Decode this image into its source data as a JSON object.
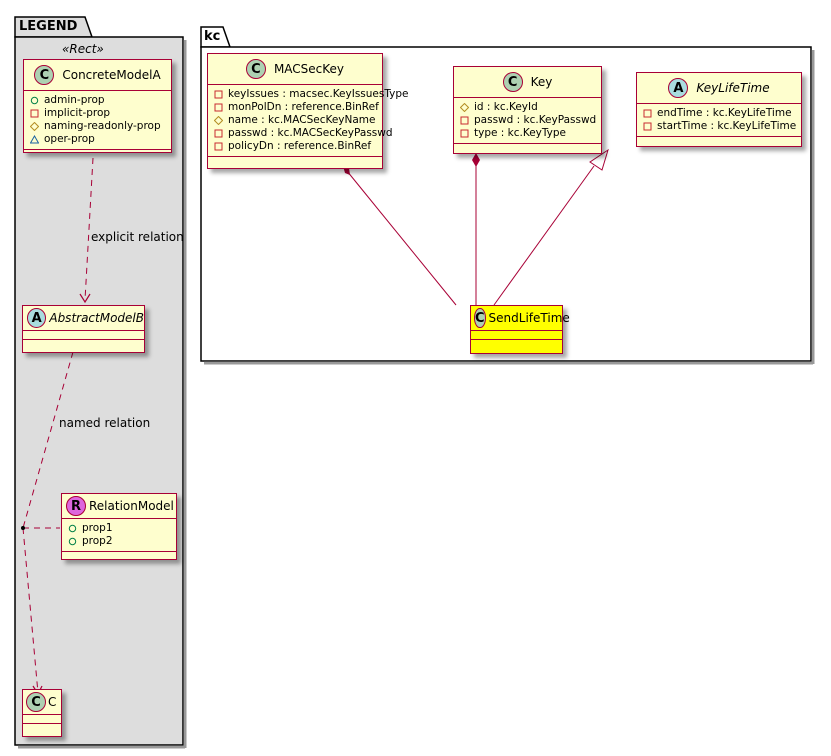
{
  "legend": {
    "package_name": "LEGEND",
    "stereotype": "«Rect»",
    "concrete": {
      "kind": "C",
      "name": "ConcreteModelA",
      "attrs": [
        {
          "vis": "public",
          "text": "admin-prop"
        },
        {
          "vis": "private",
          "text": "implicit-prop"
        },
        {
          "vis": "protected",
          "text": "naming-readonly-prop"
        },
        {
          "vis": "package",
          "text": "oper-prop"
        }
      ]
    },
    "explicit_label": "explicit relation",
    "abstract": {
      "kind": "A",
      "name": "AbstractModelB"
    },
    "named_label": "named relation",
    "relation_model": {
      "kind": "R",
      "name": "RelationModel",
      "attrs": [
        {
          "vis": "public",
          "text": "prop1"
        },
        {
          "vis": "public",
          "text": "prop2"
        }
      ]
    },
    "target": {
      "kind": "C",
      "name": "C"
    }
  },
  "kc": {
    "package_name": "kc",
    "macseckey": {
      "kind": "C",
      "name": "MACSecKey",
      "attrs": [
        {
          "vis": "private",
          "text": "keyIssues : macsec.KeyIssuesType"
        },
        {
          "vis": "private",
          "text": "monPolDn : reference.BinRef"
        },
        {
          "vis": "protected",
          "text": "name : kc.MACSecKeyName"
        },
        {
          "vis": "private",
          "text": "passwd : kc.MACSecKeyPasswd"
        },
        {
          "vis": "private",
          "text": "policyDn : reference.BinRef"
        }
      ]
    },
    "key": {
      "kind": "C",
      "name": "Key",
      "attrs": [
        {
          "vis": "protected",
          "text": "id : kc.KeyId"
        },
        {
          "vis": "private",
          "text": "passwd : kc.KeyPasswd"
        },
        {
          "vis": "private",
          "text": "type : kc.KeyType"
        }
      ]
    },
    "keylifetime": {
      "kind": "A",
      "name": "KeyLifeTime",
      "attrs": [
        {
          "vis": "private",
          "text": "endTime : kc.KeyLifeTime"
        },
        {
          "vis": "private",
          "text": "startTime : kc.KeyLifeTime"
        }
      ]
    },
    "sendlifetime": {
      "kind": "C",
      "name": "SendLifeTime",
      "highlight_color": "#FFFF00"
    }
  },
  "colors": {
    "border": "#A80036",
    "class_bg": "#FEFECE",
    "legend_bg": "#DDDDDD",
    "badge_class": "#ADD1B2",
    "badge_abstract": "#A9DCDF",
    "badge_relation": "#DD66DD"
  }
}
